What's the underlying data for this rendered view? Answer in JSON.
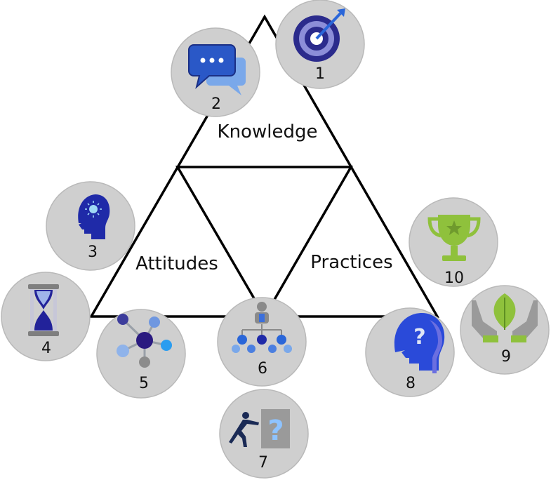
{
  "diagram": {
    "sections": {
      "top": "Knowledge",
      "left": "Attitudes",
      "right": "Practices"
    },
    "nodes": [
      {
        "number": "1",
        "icon": "target-icon"
      },
      {
        "number": "2",
        "icon": "chat-bubbles-icon"
      },
      {
        "number": "3",
        "icon": "head-lightbulb-icon"
      },
      {
        "number": "4",
        "icon": "hourglass-icon"
      },
      {
        "number": "5",
        "icon": "network-icon"
      },
      {
        "number": "6",
        "icon": "team-hierarchy-icon"
      },
      {
        "number": "7",
        "icon": "person-pushing-question-icon"
      },
      {
        "number": "8",
        "icon": "head-question-icon"
      },
      {
        "number": "9",
        "icon": "hands-leaf-icon"
      },
      {
        "number": "10",
        "icon": "trophy-icon"
      }
    ],
    "colors": {
      "circle_fill": "#cfcfcf",
      "circle_stroke": "#b9b9b9",
      "line": "#000000",
      "navy": "#1f1f8f",
      "blue": "#2a66d9",
      "light_blue": "#7aa8ea",
      "green": "#8fc13c",
      "gray_dark": "#8a8a8a"
    }
  }
}
